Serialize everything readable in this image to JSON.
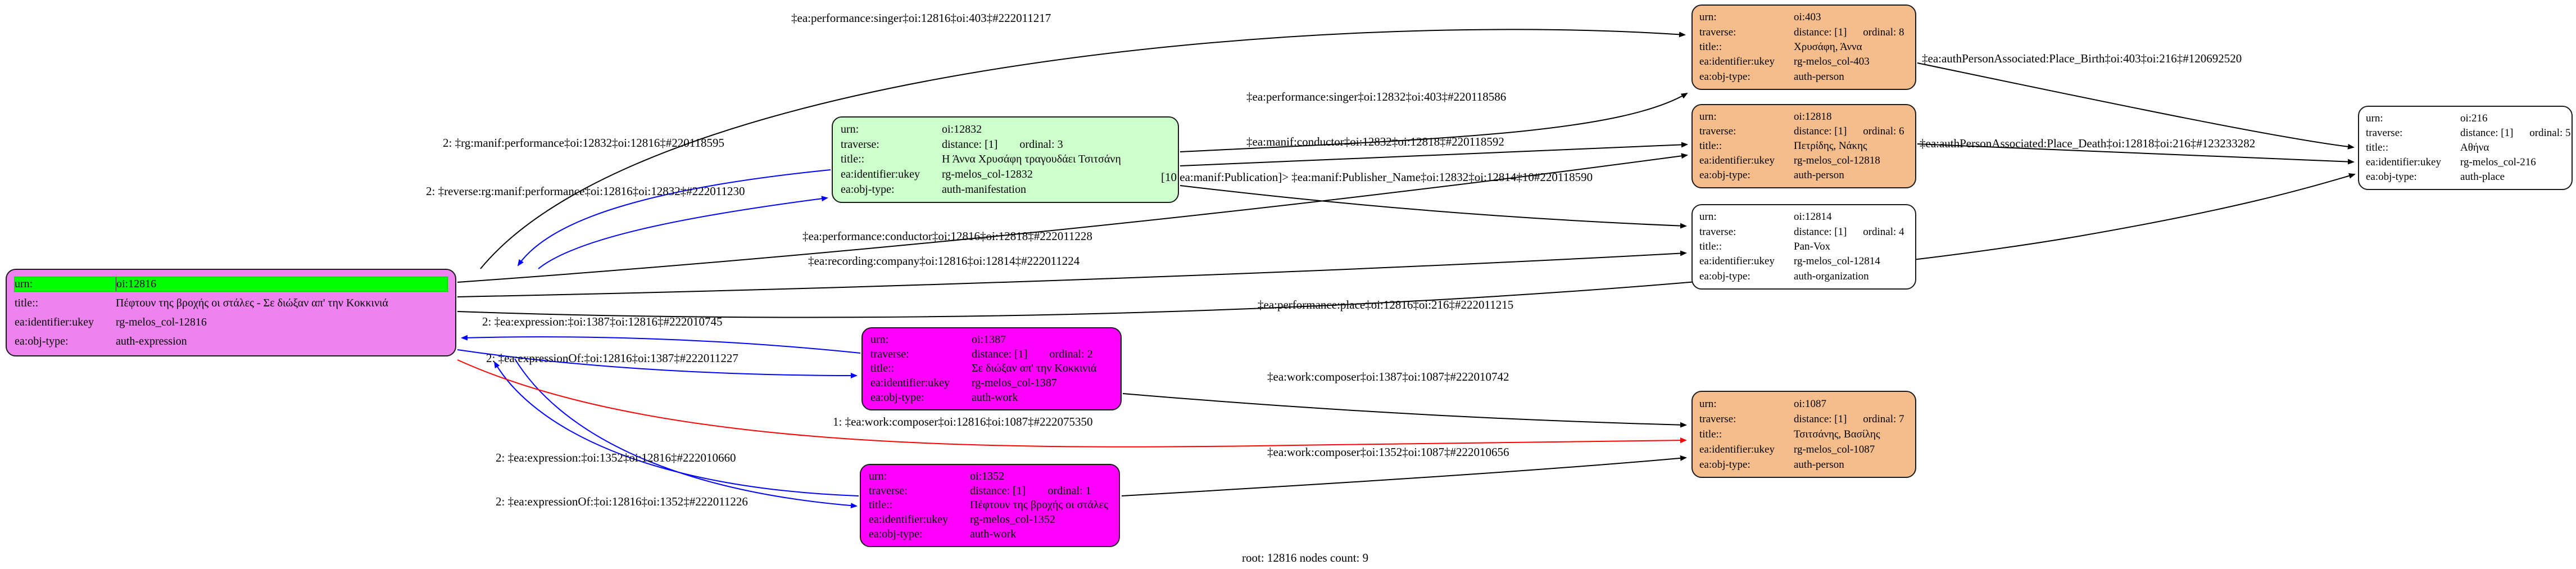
{
  "graph": {
    "footer": "root: 12816 nodes count: 9"
  },
  "palette": {
    "root_fill": "#ee82ee",
    "root_header_highlight": "#00ff00",
    "manifestation_fill": "#ccffcc",
    "work_fill": "#ff00ff",
    "person_fill": "#f6bd8c",
    "plain_fill": "#ffffff",
    "edge_default": "#000000",
    "edge_reverse_or_expression": "#0000ff",
    "edge_inferred": "#ff0000"
  },
  "keys": {
    "urn": "urn:",
    "traverse": "traverse:",
    "title": "title::",
    "ukey": "ea:identifier:ukey",
    "objtype": "ea:obj-type:"
  },
  "nodes": {
    "n12816": {
      "urn": "oi:12816",
      "title": "Πέφτουν της βροχής οι στάλες - Σε διώξαν απ' την Κοκκινιά",
      "ukey": "rg-melos_col-12816",
      "objtype": "auth-expression"
    },
    "n12832": {
      "urn": "oi:12832",
      "distance": "distance: [1]",
      "ordinal": "ordinal: 3",
      "title": "Η Άννα Χρυσάφη τραγουδάει Τσιτσάνη",
      "ukey": "rg-melos_col-12832",
      "objtype": "auth-manifestation"
    },
    "n1387": {
      "urn": "oi:1387",
      "distance": "distance: [1]",
      "ordinal": "ordinal: 2",
      "title": "Σε διώξαν απ' την Κοκκινιά",
      "ukey": "rg-melos_col-1387",
      "objtype": "auth-work"
    },
    "n1352": {
      "urn": "oi:1352",
      "distance": "distance: [1]",
      "ordinal": "ordinal: 1",
      "title": "Πέφτουν της βροχής οι στάλες",
      "ukey": "rg-melos_col-1352",
      "objtype": "auth-work"
    },
    "n403": {
      "urn": "oi:403",
      "distance": "distance: [1]",
      "ordinal": "ordinal: 8",
      "title": "Χρυσάφη, Άννα",
      "ukey": "rg-melos_col-403",
      "objtype": "auth-person"
    },
    "n12818": {
      "urn": "oi:12818",
      "distance": "distance: [1]",
      "ordinal": "ordinal: 6",
      "title": "Πετρίδης, Νάκης",
      "ukey": "rg-melos_col-12818",
      "objtype": "auth-person"
    },
    "n12814": {
      "urn": "oi:12814",
      "distance": "distance: [1]",
      "ordinal": "ordinal: 4",
      "title": "Pan-Vox",
      "ukey": "rg-melos_col-12814",
      "objtype": "auth-organization"
    },
    "n1087": {
      "urn": "oi:1087",
      "distance": "distance: [1]",
      "ordinal": "ordinal: 7",
      "title": "Τσιτσάνης, Βασίλης",
      "ukey": "rg-melos_col-1087",
      "objtype": "auth-person"
    },
    "n216": {
      "urn": "oi:216",
      "distance": "distance: [1]",
      "ordinal": "ordinal: 5",
      "title": "Αθήνα",
      "ukey": "rg-melos_col-216",
      "objtype": "auth-place"
    }
  },
  "edges": {
    "e1": {
      "label": "‡ea:performance:singer‡oi:12816‡oi:403‡#222011217"
    },
    "e2": {
      "label": "‡ea:performance:singer‡oi:12832‡oi:403‡#220118586"
    },
    "e3": {
      "label": "2: ‡rg:manif:performance‡oi:12832‡oi:12816‡#220118595"
    },
    "e4": {
      "label": "2: ‡reverse:rg:manif:performance‡oi:12816‡oi:12832‡#222011230"
    },
    "e5": {
      "label": "‡ea:manif:conductor‡oi:12832‡oi:12818‡#220118592"
    },
    "e6": {
      "label": "[10 ea:manif:Publication]> ‡ea:manif:Publisher_Name‡oi:12832‡oi:12814‡10#220118590"
    },
    "e7": {
      "label": "‡ea:performance:conductor‡oi:12816‡oi:12818‡#222011228"
    },
    "e8": {
      "label": "‡ea:recording:company‡oi:12816‡oi:12814‡#222011224"
    },
    "e9": {
      "label": "‡ea:performance:place‡oi:12816‡oi:216‡#222011215"
    },
    "e10": {
      "label": "2: ‡ea:expression:‡oi:1387‡oi:12816‡#222010745"
    },
    "e11": {
      "label": "2: ‡ea:expressionOf:‡oi:12816‡oi:1387‡#222011227"
    },
    "e12": {
      "label": "‡ea:work:composer‡oi:1387‡oi:1087‡#222010742"
    },
    "e13": {
      "label": "1: ‡ea:work:composer‡oi:12816‡oi:1087‡#222075350"
    },
    "e14": {
      "label": "‡ea:work:composer‡oi:1352‡oi:1087‡#222010656"
    },
    "e15": {
      "label": "2: ‡ea:expression:‡oi:1352‡oi:12816‡#222010660"
    },
    "e16": {
      "label": "2: ‡ea:expressionOf:‡oi:12816‡oi:1352‡#222011226"
    },
    "e17": {
      "label": "‡ea:authPersonAssociated:Place_Birth‡oi:403‡oi:216‡#120692520"
    },
    "e18": {
      "label": "‡ea:authPersonAssociated:Place_Death‡oi:12818‡oi:216‡#123233282"
    }
  }
}
